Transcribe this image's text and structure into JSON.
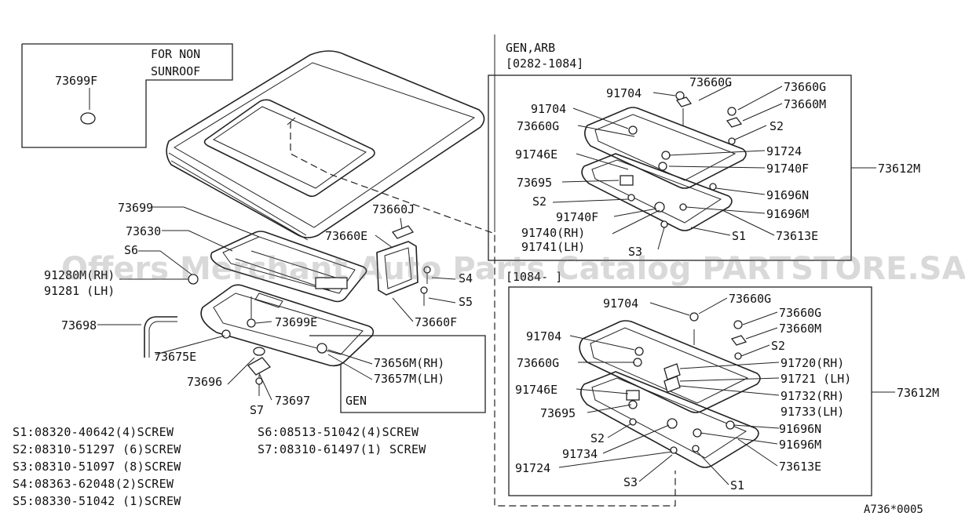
{
  "non_sunroof_box": {
    "note_line1": "FOR NON",
    "note_line2": "SUNROOF",
    "part": "73699F"
  },
  "main_labels": {
    "p73699": "73699",
    "p73630": "73630",
    "s6": "S6",
    "p91280": "91280M(RH)",
    "p91281": "91281 (LH)",
    "p73698": "73698",
    "p73675e": "73675E",
    "p73696": "73696",
    "s7": "S7",
    "p73697": "73697",
    "p73699e": "73699E",
    "p73660j": "73660J",
    "p73660e": "73660E",
    "s4": "S4",
    "s5": "S5",
    "p73660f": "73660F",
    "p73656m": "73656M(RH)",
    "p73657m": "73657M(LH)",
    "gen": "GEN"
  },
  "upper_panel": {
    "header1": "GEN,ARB",
    "header2": "[0282-1084]",
    "p91704a": "91704",
    "p73660g_top": "73660G",
    "p73660g_r": "73660G",
    "p73660m": "73660M",
    "p91704b": "91704",
    "p73660g_l": "73660G",
    "s2_r": "S2",
    "p91724": "91724",
    "p91746e": "91746E",
    "p91740f_r": "91740F",
    "p73612m": "73612M",
    "p73695": "73695",
    "p91696n": "91696N",
    "s2_l": "S2",
    "p91740f_l": "91740F",
    "p91696m": "91696M",
    "p91740rh": "91740(RH)",
    "s1": "S1",
    "p91741lh": "91741(LH)",
    "p73613e": "73613E",
    "s3": "S3"
  },
  "lower_panel": {
    "header": "[1084-   ]",
    "p91704a": "91704",
    "p73660g_top": "73660G",
    "p73660g_r": "73660G",
    "p73660m": "73660M",
    "p91704b": "91704",
    "s2_r": "S2",
    "p91720": "91720(RH)",
    "p73660g_l": "73660G",
    "p91721": "91721 (LH)",
    "p91746e": "91746E",
    "p73612m": "73612M",
    "p91732": "91732(RH)",
    "p73695": "73695",
    "p91733": "91733(LH)",
    "p91696n": "91696N",
    "s2_l": "S2",
    "p91734": "91734",
    "p91696m": "91696M",
    "p91724": "91724",
    "p73613e": "73613E",
    "s3": "S3",
    "s1": "S1"
  },
  "screw_legend": [
    "S1:08320-40642(4)SCREW",
    "S2:08310-51297 (6)SCREW",
    "S3:08310-51097  (8)SCREW",
    "S4:08363-62048(2)SCREW",
    "S5:08330-51042 (1)SCREW",
    "S6:08513-51042(4)SCREW",
    "S7:08310-61497(1) SCREW"
  ],
  "diagram_code": "A736*0005",
  "watermark": "Offers Merchant Auto Parts Catalog PARTSTORE.SA"
}
